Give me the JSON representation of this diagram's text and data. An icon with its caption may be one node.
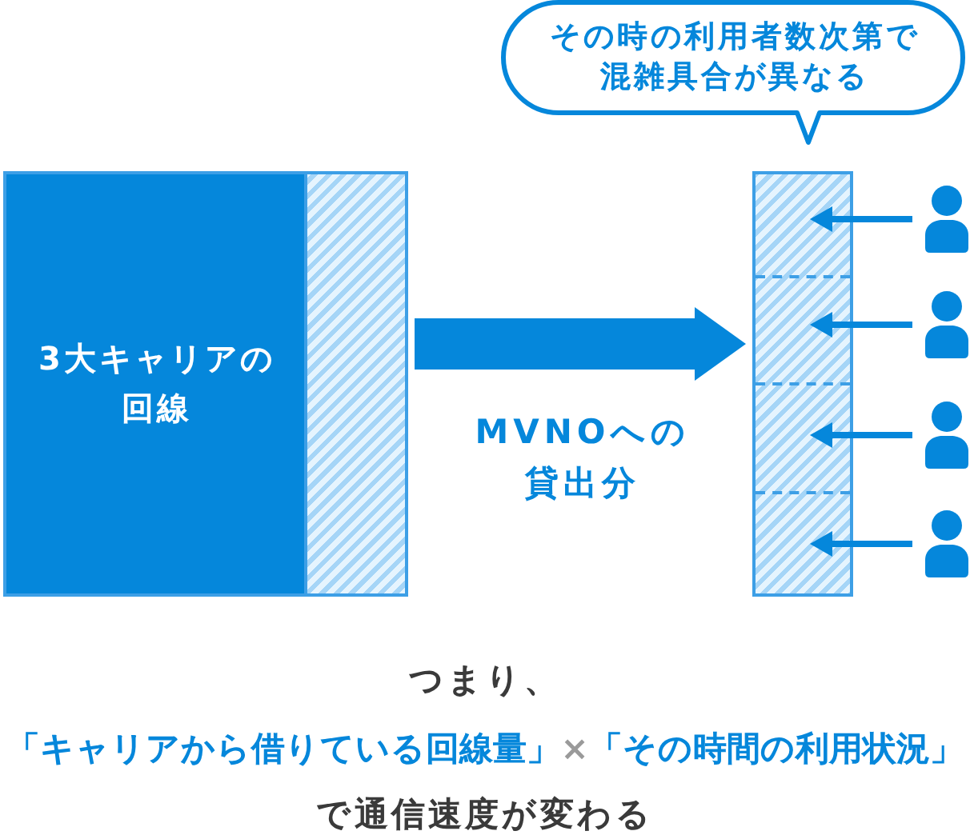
{
  "diagram": {
    "nodes": [
      {
        "text": [
          "その時の利用者数次第で混雑具合が異なる"
        ]
      },
      {
        "text": [
          "3大キャリアの回線"
        ]
      },
      {
        "text": [],
        "shape": "box"
      },
      {
        "text": [],
        "shape": "box"
      },
      {
        "text": [],
        "shape": "box",
        "in": 3
      },
      {
        "text": [],
        "shape": "box",
        "in": 3
      },
      {
        "text": [],
        "shape": "box",
        "in": 3
      },
      {
        "text": [],
        "shape": "box",
        "in": 3
      },
      {
        "text": [],
        "shape": "person"
      },
      {
        "text": [],
        "shape": "person"
      },
      {
        "text": [],
        "shape": "person"
      },
      {
        "text": [],
        "shape": "person"
      }
    ],
    "edges": [
      {
        "from": 2,
        "to": 3,
        "arrow": "to",
        "label": "MVNOへの貸出分",
        "style": "thick"
      },
      {
        "from": 8,
        "to": 4,
        "arrow": "to"
      },
      {
        "from": 9,
        "to": 5,
        "arrow": "to"
      },
      {
        "from": 10,
        "to": 6,
        "arrow": "to"
      },
      {
        "from": 11,
        "to": 7,
        "arrow": "to"
      }
    ],
    "labels": [
      "つまり、",
      "「キャリアから借りている回線量」",
      "×",
      "「その時間の利用状況」",
      "で通信速度が変わる"
    ]
  }
}
